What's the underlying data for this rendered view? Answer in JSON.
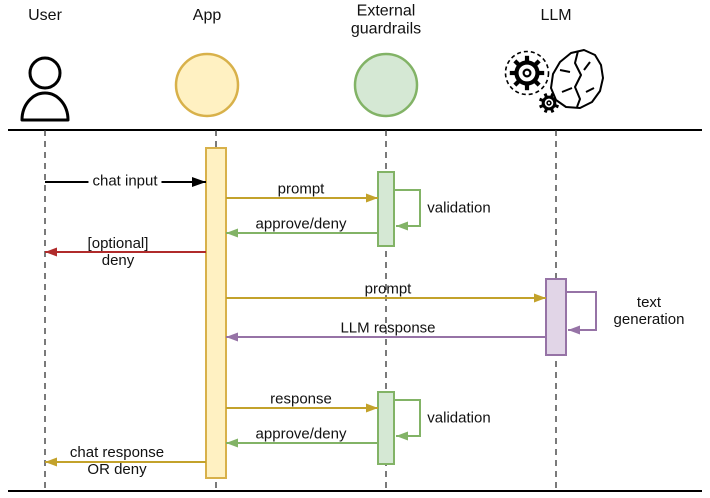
{
  "actors": {
    "user": "User",
    "app": "App",
    "guardrails": "External\nguardrails",
    "llm": "LLM"
  },
  "messages": {
    "chat_input": "chat input",
    "prompt_to_guardrails": "prompt",
    "validation_first": "validation",
    "approve_deny_first": "approve/deny",
    "optional_deny": "[optional]\ndeny",
    "prompt_to_llm": "prompt",
    "text_generation": "text generation",
    "llm_response": "LLM response",
    "response_to_guardrails": "response",
    "validation_second": "validation",
    "approve_deny_second": "approve/deny",
    "chat_response_or_deny": "chat response\nOR deny"
  },
  "icons": {
    "user": "person-icon",
    "app": "circle-node-icon",
    "guardrails": "circle-node-icon",
    "llm": "gears-brain-icon"
  },
  "colors": {
    "app_fill": "#FFF1C2",
    "app_stroke": "#D8B14A",
    "guardrails_fill": "#D5E8D4",
    "guardrails_stroke": "#82B366",
    "llm_fill": "#E1D5E7",
    "llm_stroke": "#9673A6",
    "arrow_black": "#000000",
    "arrow_gold": "#C3A22B",
    "arrow_green": "#82B366",
    "arrow_red": "#B02B2B",
    "arrow_purple": "#9673A6",
    "lifeline": "#333333",
    "frame": "#000000"
  }
}
